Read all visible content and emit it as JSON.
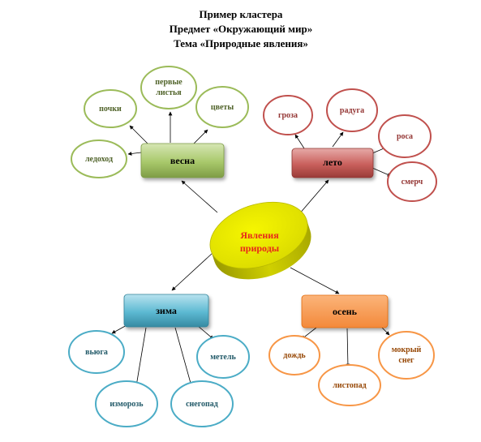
{
  "title": {
    "line1": "Пример  кластера",
    "line2": "Предмет  «Окружающий  мир»",
    "line3": "Тема  «Природные явления»"
  },
  "center": {
    "line1": "Явления",
    "line2": "природы"
  },
  "seasons": {
    "spring": {
      "label": "весна",
      "leaves": {
        "ice": "ледоход",
        "buds": "почки",
        "leaves1": "первые",
        "leaves2": "листья",
        "flowers": "цветы"
      }
    },
    "summer": {
      "label": "лето",
      "leaves": {
        "storm": "гроза",
        "rainbow": "радуга",
        "dew": "роса",
        "tornado": "смерч"
      }
    },
    "winter": {
      "label": "зима",
      "leaves": {
        "blizzard": "вьюга",
        "snowstorm": "метель",
        "frost": "изморозь",
        "snowfall": "снегопад"
      }
    },
    "autumn": {
      "label": "осень",
      "leaves": {
        "rain": "дождь",
        "leaffall": "листопад",
        "wetsnow1": "мокрый",
        "wetsnow2": "снег"
      }
    }
  },
  "colors": {
    "spring": "#9bbb59",
    "summer": "#c0504d",
    "winter": "#4bacc6",
    "autumn": "#f79646",
    "center": "#e4e400"
  }
}
